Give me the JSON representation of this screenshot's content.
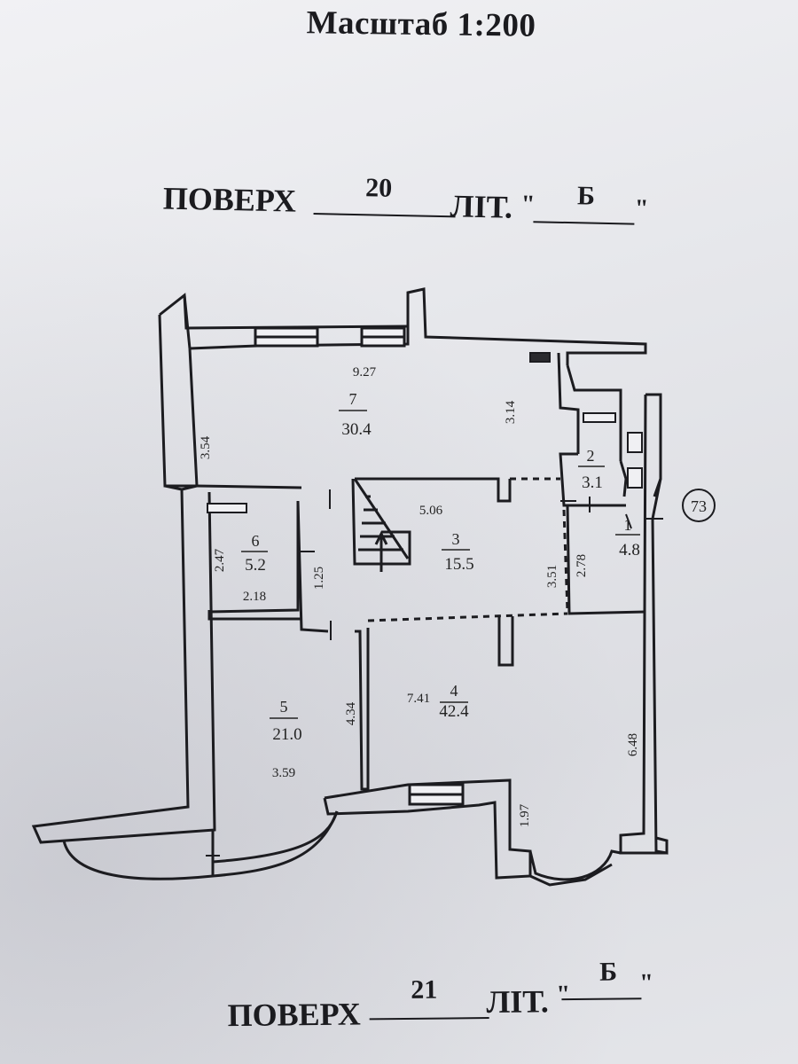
{
  "header": {
    "scale": "Масштаб 1:200"
  },
  "floor_current": {
    "label": "ПОВЕРХ",
    "number": "20",
    "lit_label": "ЛІТ.",
    "lit_open": "\"",
    "lit_value": "Б",
    "lit_close": "\""
  },
  "floor_next": {
    "label": "ПОВЕРХ",
    "number": "21",
    "lit_label": "ЛІТ.",
    "lit_open": "\"",
    "lit_value": "Б",
    "lit_close": "\""
  },
  "apartment_number": "73",
  "rooms": [
    {
      "id": "room-7",
      "number": "7",
      "area": "30.4"
    },
    {
      "id": "room-2",
      "number": "2",
      "area": "3.1"
    },
    {
      "id": "room-6",
      "number": "6",
      "area": "5.2"
    },
    {
      "id": "room-3",
      "number": "3",
      "area": "15.5"
    },
    {
      "id": "room-1",
      "number": "1",
      "area": "4.8"
    },
    {
      "id": "room-5",
      "number": "5",
      "area": "21.0"
    },
    {
      "id": "room-4",
      "number": "4",
      "area": "42.4"
    }
  ],
  "dimensions": {
    "d_9_27": "9.27",
    "d_3_54": "3.54",
    "d_3_14": "3.14",
    "d_5_06": "5.06",
    "d_2_47": "2.47",
    "d_2_18": "2.18",
    "d_1_25": "1.25",
    "d_3_51": "3.51",
    "d_2_78": "2.78",
    "d_4_34": "4.34",
    "d_7_41": "7.41",
    "d_3_59": "3.59",
    "d_6_48": "6.48",
    "d_1_97": "1.97"
  }
}
